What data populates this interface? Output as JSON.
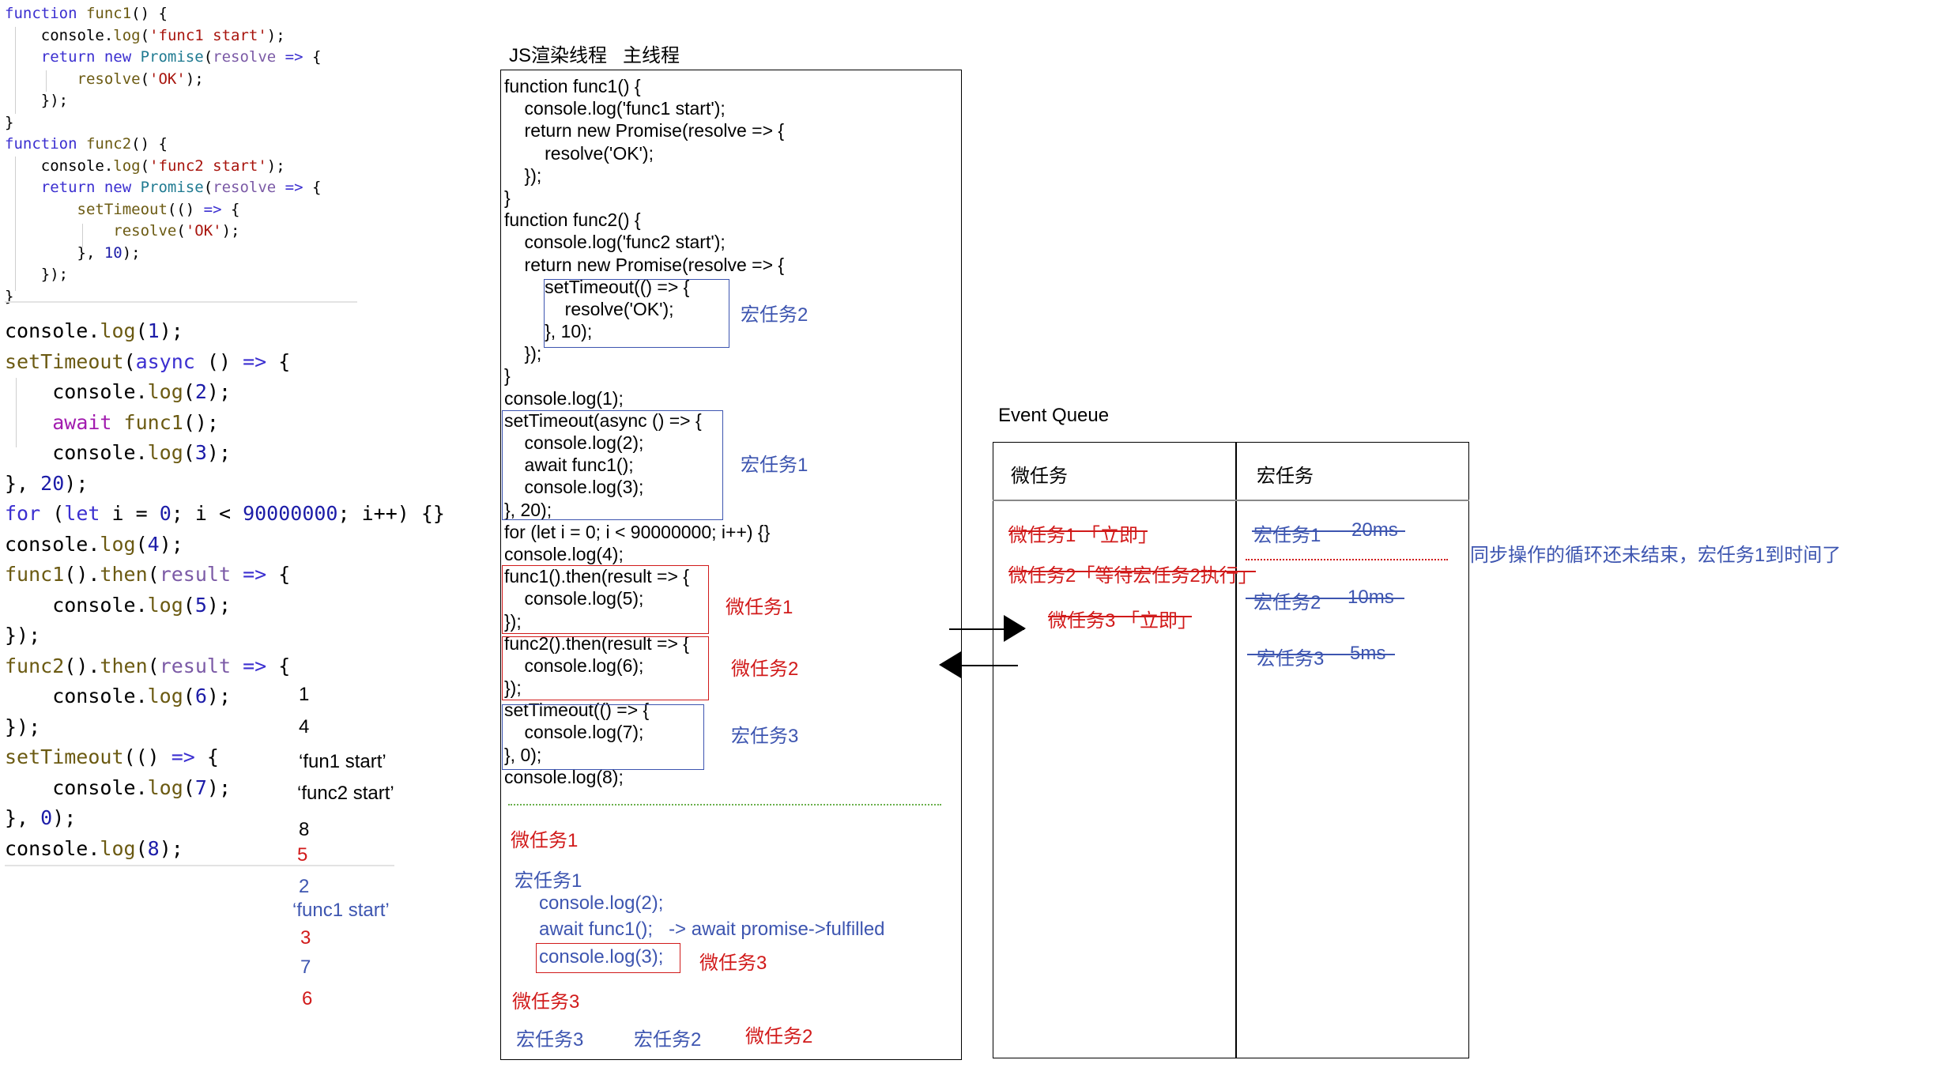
{
  "code_top": [
    [
      [
        "kw",
        "function "
      ],
      [
        "func",
        "func1"
      ],
      [
        "plain",
        "() {"
      ]
    ],
    [
      [
        "plain",
        "    console."
      ],
      [
        "func",
        "log"
      ],
      [
        "plain",
        "("
      ],
      [
        "str",
        "'func1 start'"
      ],
      [
        "plain",
        ");"
      ]
    ],
    [
      [
        "plain",
        "    "
      ],
      [
        "kw",
        "return new "
      ],
      [
        "cls",
        "Promise"
      ],
      [
        "plain",
        "("
      ],
      [
        "prm",
        "resolve"
      ],
      [
        "plain",
        " "
      ],
      [
        "kw",
        "=>"
      ],
      [
        "plain",
        " {"
      ]
    ],
    [
      [
        "plain",
        "        "
      ],
      [
        "func",
        "resolve"
      ],
      [
        "plain",
        "("
      ],
      [
        "str",
        "'OK'"
      ],
      [
        "plain",
        ");"
      ]
    ],
    [
      [
        "plain",
        "    });"
      ]
    ],
    [
      [
        "plain",
        "}"
      ]
    ],
    [
      [
        "kw",
        "function "
      ],
      [
        "func",
        "func2"
      ],
      [
        "plain",
        "() {"
      ]
    ],
    [
      [
        "plain",
        "    console."
      ],
      [
        "func",
        "log"
      ],
      [
        "plain",
        "("
      ],
      [
        "str",
        "'func2 start'"
      ],
      [
        "plain",
        ");"
      ]
    ],
    [
      [
        "plain",
        "    "
      ],
      [
        "kw",
        "return new "
      ],
      [
        "cls",
        "Promise"
      ],
      [
        "plain",
        "("
      ],
      [
        "prm",
        "resolve"
      ],
      [
        "plain",
        " "
      ],
      [
        "kw",
        "=>"
      ],
      [
        "plain",
        " {"
      ]
    ],
    [
      [
        "plain",
        "        "
      ],
      [
        "func",
        "setTimeout"
      ],
      [
        "plain",
        "(() "
      ],
      [
        "kw",
        "=>"
      ],
      [
        "plain",
        " {"
      ]
    ],
    [
      [
        "plain",
        "            "
      ],
      [
        "func",
        "resolve"
      ],
      [
        "plain",
        "("
      ],
      [
        "str",
        "'OK'"
      ],
      [
        "plain",
        ");"
      ]
    ],
    [
      [
        "plain",
        "        }, "
      ],
      [
        "num",
        "10"
      ],
      [
        "plain",
        ");"
      ]
    ],
    [
      [
        "plain",
        "    });"
      ]
    ],
    [
      [
        "plain",
        "}"
      ]
    ]
  ],
  "code_bottom": [
    [
      [
        "plain",
        "console."
      ],
      [
        "func",
        "log"
      ],
      [
        "plain",
        "("
      ],
      [
        "num",
        "1"
      ],
      [
        "plain",
        ");"
      ]
    ],
    [
      [
        "func",
        "setTimeout"
      ],
      [
        "plain",
        "("
      ],
      [
        "kw",
        "async"
      ],
      [
        "plain",
        " () "
      ],
      [
        "kw",
        "=>"
      ],
      [
        "plain",
        " {"
      ]
    ],
    [
      [
        "plain",
        "    console."
      ],
      [
        "func",
        "log"
      ],
      [
        "plain",
        "("
      ],
      [
        "num",
        "2"
      ],
      [
        "plain",
        ");"
      ]
    ],
    [
      [
        "plain",
        "    "
      ],
      [
        "await",
        "await"
      ],
      [
        "plain",
        " "
      ],
      [
        "func",
        "func1"
      ],
      [
        "plain",
        "();"
      ]
    ],
    [
      [
        "plain",
        "    console."
      ],
      [
        "func",
        "log"
      ],
      [
        "plain",
        "("
      ],
      [
        "num",
        "3"
      ],
      [
        "plain",
        ");"
      ]
    ],
    [
      [
        "plain",
        "}, "
      ],
      [
        "num",
        "20"
      ],
      [
        "plain",
        ");"
      ]
    ],
    [
      [
        "kw",
        "for"
      ],
      [
        "plain",
        " ("
      ],
      [
        "kw",
        "let"
      ],
      [
        "plain",
        " i = "
      ],
      [
        "num",
        "0"
      ],
      [
        "plain",
        "; i < "
      ],
      [
        "num",
        "90000000"
      ],
      [
        "plain",
        "; i++) {}"
      ]
    ],
    [
      [
        "plain",
        "console."
      ],
      [
        "func",
        "log"
      ],
      [
        "plain",
        "("
      ],
      [
        "num",
        "4"
      ],
      [
        "plain",
        ");"
      ]
    ],
    [
      [
        "func",
        "func1"
      ],
      [
        "plain",
        "()."
      ],
      [
        "func",
        "then"
      ],
      [
        "plain",
        "("
      ],
      [
        "prm",
        "result"
      ],
      [
        "plain",
        " "
      ],
      [
        "kw",
        "=>"
      ],
      [
        "plain",
        " {"
      ]
    ],
    [
      [
        "plain",
        "    console."
      ],
      [
        "func",
        "log"
      ],
      [
        "plain",
        "("
      ],
      [
        "num",
        "5"
      ],
      [
        "plain",
        ");"
      ]
    ],
    [
      [
        "plain",
        "});"
      ]
    ],
    [
      [
        "func",
        "func2"
      ],
      [
        "plain",
        "()."
      ],
      [
        "func",
        "then"
      ],
      [
        "plain",
        "("
      ],
      [
        "prm",
        "result"
      ],
      [
        "plain",
        " "
      ],
      [
        "kw",
        "=>"
      ],
      [
        "plain",
        " {"
      ]
    ],
    [
      [
        "plain",
        "    console."
      ],
      [
        "func",
        "log"
      ],
      [
        "plain",
        "("
      ],
      [
        "num",
        "6"
      ],
      [
        "plain",
        ");"
      ]
    ],
    [
      [
        "plain",
        "});"
      ]
    ],
    [
      [
        "func",
        "setTimeout"
      ],
      [
        "plain",
        "(() "
      ],
      [
        "kw",
        "=>"
      ],
      [
        "plain",
        " {"
      ]
    ],
    [
      [
        "plain",
        "    console."
      ],
      [
        "func",
        "log"
      ],
      [
        "plain",
        "("
      ],
      [
        "num",
        "7"
      ],
      [
        "plain",
        ");"
      ]
    ],
    [
      [
        "plain",
        "}, "
      ],
      [
        "num",
        "0"
      ],
      [
        "plain",
        ");"
      ]
    ],
    [
      [
        "plain",
        "console."
      ],
      [
        "func",
        "log"
      ],
      [
        "plain",
        "("
      ],
      [
        "num",
        "8"
      ],
      [
        "plain",
        ");"
      ]
    ]
  ],
  "output": [
    {
      "text": "1",
      "color": "black"
    },
    {
      "text": "4",
      "color": "black"
    },
    {
      "text": "‘fun1 start’",
      "color": "black"
    },
    {
      "text": "‘func2 start’",
      "color": "black"
    },
    {
      "text": "8",
      "color": "black"
    },
    {
      "text": "5",
      "color": "red"
    },
    {
      "text": "2",
      "color": "blue"
    },
    {
      "text": "‘func1 start’",
      "color": "blue"
    },
    {
      "text": "3",
      "color": "red"
    },
    {
      "text": "7",
      "color": "blue"
    },
    {
      "text": "6",
      "color": "red"
    }
  ],
  "panel": {
    "title": "JS渲染线程   主线程",
    "code_lines": [
      "function func1() {",
      "    console.log('func1 start');",
      "    return new Promise(resolve => {",
      "        resolve('OK');",
      "    });",
      "}",
      "function func2() {",
      "    console.log('func2 start');",
      "    return new Promise(resolve => {",
      "        setTimeout(() => {",
      "            resolve('OK');",
      "        }, 10);",
      "    });",
      "}",
      "console.log(1);",
      "setTimeout(async () => {",
      "    console.log(2);",
      "    await func1();",
      "    console.log(3);",
      "}, 20);",
      "for (let i = 0; i < 90000000; i++) {}",
      "console.log(4);",
      "func1().then(result => {",
      "    console.log(5);",
      "});",
      "func2().then(result => {",
      "    console.log(6);",
      "});",
      "setTimeout(() => {",
      "    console.log(7);",
      "}, 0);",
      "console.log(8);"
    ],
    "labels": {
      "macro2": "宏任务2",
      "macro1": "宏任务1",
      "micro1": "微任务1",
      "micro2": "微任务2",
      "macro3": "宏任务3"
    },
    "exec": {
      "micro1": "微任务1",
      "macro1": "宏任务1",
      "log2": "console.log(2);",
      "await_line": "await func1();   -> await promise->fulfilled",
      "log3": "console.log(3);",
      "micro3_label": "微任务3",
      "micro3": "微任务3",
      "last_macro3": "宏任务3",
      "last_macro2": "宏任务2",
      "last_micro2": "微任务2"
    }
  },
  "queue": {
    "title": "Event Queue",
    "micro_header": "微任务",
    "macro_header": "宏任务",
    "micro_items": [
      "微任务1 「立即」",
      "微任务2「等待宏任务2执行」",
      "微任务3 「立即」"
    ],
    "macro_items": [
      {
        "name": "宏任务1",
        "delay": "20ms"
      },
      {
        "name": "宏任务2",
        "delay": "10ms"
      },
      {
        "name": "宏任务3",
        "delay": "5ms"
      }
    ],
    "note": "同步操作的循环还未结束，宏任务1到时间了"
  }
}
